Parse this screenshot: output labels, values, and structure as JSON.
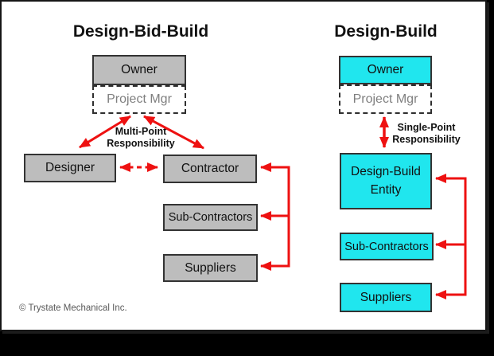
{
  "window": {
    "background": "#000000",
    "card_background": "#ffffff"
  },
  "colors": {
    "gray_box_fill": "#bdbdbd",
    "cyan_box_fill": "#20e6ee",
    "box_border": "#333333",
    "arrow_red": "#ee1111",
    "dashed_box_text": "#7f7f7f",
    "footer_text": "#595959",
    "title_text": "#111111"
  },
  "left_diagram": {
    "title": "Design-Bid-Build",
    "boxes": {
      "owner": "Owner",
      "project_mgr": "Project Mgr",
      "designer": "Designer",
      "contractor": "Contractor",
      "subcontractors": "Sub-Contractors",
      "suppliers": "Suppliers"
    },
    "label": {
      "line1": "Multi-Point",
      "line2": "Responsibility"
    }
  },
  "right_diagram": {
    "title": "Design-Build",
    "boxes": {
      "owner": "Owner",
      "project_mgr": "Project Mgr",
      "entity_line1": "Design-Build",
      "entity_line2": "Entity",
      "subcontractors": "Sub-Contractors",
      "suppliers": "Suppliers"
    },
    "label": {
      "line1": "Single-Point",
      "line2": "Responsibility"
    }
  },
  "footer": {
    "copyright": "© Trystate Mechanical Inc."
  }
}
